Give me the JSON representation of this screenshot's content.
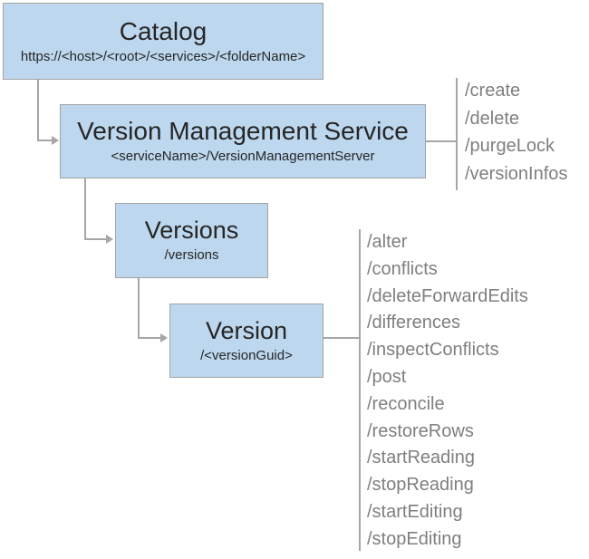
{
  "diagram": {
    "colors": {
      "background": "#ffffff",
      "box_fill": "#bdd7ee",
      "box_border": "#a3a3a3",
      "connector": "#a6a6a6",
      "title_text": "#262626",
      "ops_text": "#7f7f7f"
    },
    "nodes": [
      {
        "id": "catalog",
        "title": "Catalog",
        "subtitle": "https://<host>/<root>/<services>/<folderName>"
      },
      {
        "id": "version-management-service",
        "title": "Version Management Service",
        "subtitle": "<serviceName>/VersionManagementServer",
        "operations": [
          "/create",
          "/delete",
          "/purgeLock",
          "/versionInfos"
        ]
      },
      {
        "id": "versions",
        "title": "Versions",
        "subtitle": "/versions"
      },
      {
        "id": "version",
        "title": "Version",
        "subtitle": "/<versionGuid>",
        "operations": [
          "/alter",
          "/conflicts",
          "/deleteForwardEdits",
          "/differences",
          "/inspectConflicts",
          "/post",
          "/reconcile",
          "/restoreRows",
          "/startReading",
          "/stopReading",
          "/startEditing",
          "/stopEditing"
        ]
      }
    ]
  }
}
